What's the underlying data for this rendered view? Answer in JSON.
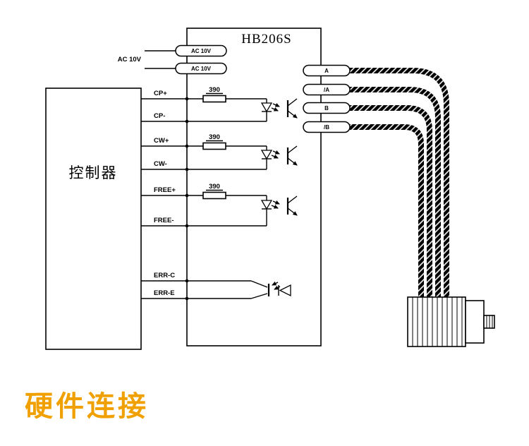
{
  "title": "硬件连接",
  "driver": {
    "model": "HB206S"
  },
  "controller": {
    "label": "控制器"
  },
  "ac_input": {
    "left_label": "AC 10V",
    "terminal_1": "AC 10V",
    "terminal_2": "AC 10V"
  },
  "input_terminals": [
    "CP+",
    "CP-",
    "CW+",
    "CW-",
    "FREE+",
    "FREE-",
    "ERR-C",
    "ERR-E"
  ],
  "resistors": {
    "value": "390"
  },
  "output_terminals": [
    "A",
    "/A",
    "B",
    "/B"
  ],
  "colors": {
    "title": "#F0A000",
    "diagram_line": "#000000",
    "background": "#FFFFFF"
  }
}
